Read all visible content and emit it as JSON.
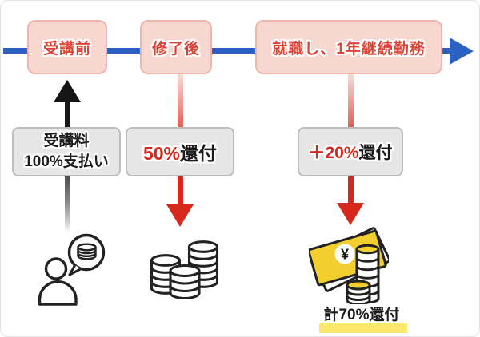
{
  "timeline": {
    "steps": [
      {
        "id": "before-course",
        "label": "受講前"
      },
      {
        "id": "after-completion",
        "label": "修了後"
      },
      {
        "id": "employment",
        "label": "就職し、1年継続勤務"
      }
    ]
  },
  "callouts": {
    "payment": {
      "line1": "受講料",
      "line2": "100%支払い"
    },
    "refund50": {
      "amount": "50%",
      "suffix": "還付"
    },
    "refund20": {
      "amount": "＋20%",
      "suffix": "還付"
    },
    "total": {
      "label": "計70%還付"
    }
  },
  "icons": {
    "person_money": "person-with-coins-speech-bubble",
    "coin_stacks": "three-coin-stacks",
    "money_refund": "yen-banknotes-with-coin-stacks",
    "yen_symbol": "¥",
    "timeline_arrow": "right-arrow",
    "payment_arrow": "up-arrow-black",
    "refund_arrow": "down-arrow-red"
  },
  "colors": {
    "timeline_blue": "#2B62C1",
    "box_pink_fill": "#F8D7D0",
    "box_pink_border": "#EFB4AB",
    "step_text_red": "#DC4437",
    "gray_box_fill": "#E6E6E6",
    "gray_box_border": "#BDBDBD",
    "arrow_red": "#D7281D",
    "arrow_black": "#161616",
    "money_yellow": "#F2CE2E",
    "highlight_yellow": "#FAE96C",
    "text_black": "#1B1B1B"
  }
}
